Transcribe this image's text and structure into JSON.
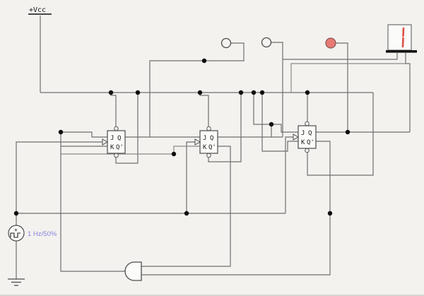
{
  "canvas": {
    "background": "#f3f2ef",
    "wire_color": "#6f6f6f",
    "outline_color": "#4c4c4c",
    "junction_dot_color": "#0d0d0d"
  },
  "power_rail": {
    "label": "+Vcc"
  },
  "clock_source": {
    "label": "1 Hz/50%",
    "frequency": "1 Hz",
    "duty_cycle": "50%",
    "label_color": "#8c82dc",
    "plus_sign": "+"
  },
  "flip_flop": {
    "j": "J",
    "k": "K",
    "q": "Q",
    "q_bar": "Q'",
    "count": "3"
  },
  "probes": {
    "count": "2",
    "state": "unlit"
  },
  "led": {
    "state": "lit",
    "fill": "#e87a74",
    "stroke": "#8a5a58"
  },
  "seven_segment_display": {
    "digit": "1",
    "segment_color": "#dc4f46"
  },
  "and_gate": {
    "inputs": "2",
    "orientation": "left-facing"
  }
}
